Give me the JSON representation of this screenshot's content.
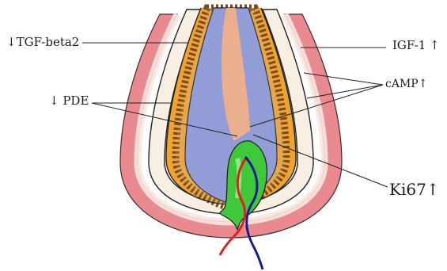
{
  "labels": {
    "tgf": "↓TGF-beta2",
    "igf": "IGF-1 ↑",
    "camp": "cAMP↑",
    "pde": "↓ PDE",
    "ki67": "Ki67↑"
  },
  "colors": {
    "outer_sheath": "#e98a8f",
    "inner_sheath": "#f6efe2",
    "orange_layer": "#f0a430",
    "brown_layer": "#7a4a1c",
    "blue_core": "#8a96dc",
    "medulla": "#f0b08a",
    "papilla": "#3ec83a",
    "red_vessel": "#e02020",
    "blue_vessel": "#1a1a90"
  }
}
